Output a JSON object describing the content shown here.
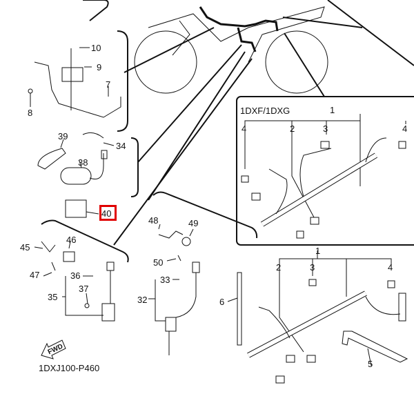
{
  "diagram": {
    "title_code": "1DXJ100-P460",
    "fwd_label": "FWD",
    "variant_label": "1DXF/1DXG",
    "highlight_color": "#e00000",
    "highlighted_part": "40",
    "callouts": {
      "p1_top": "1",
      "p2_top": "2",
      "p3_top": "3",
      "p4_top_left": "4",
      "p4_top_right": "4",
      "p1_bot": "1",
      "p2_bot": "2",
      "p3_bot": "3",
      "p4_bot": "4",
      "p5": "5",
      "p6": "6",
      "p7": "7",
      "p8": "8",
      "p9": "9",
      "p10": "10",
      "p32": "32",
      "p33": "33",
      "p34": "34",
      "p35": "35",
      "p36": "36",
      "p37": "37",
      "p38": "38",
      "p39": "39",
      "p40": "40",
      "p45": "45",
      "p46": "46",
      "p47": "47",
      "p48": "48",
      "p49": "49",
      "p50": "50"
    }
  }
}
